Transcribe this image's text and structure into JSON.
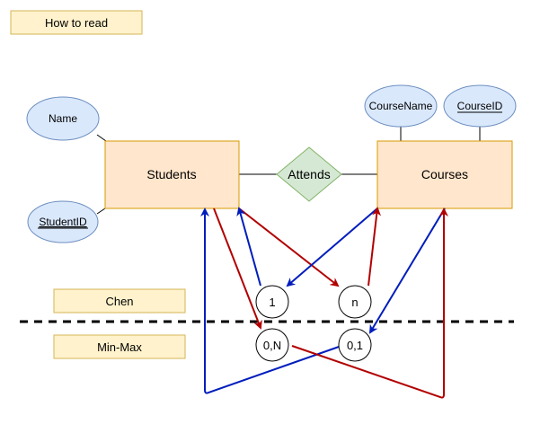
{
  "diagram": {
    "how_to_read": "How to read",
    "entities": {
      "students": "Students",
      "courses": "Courses"
    },
    "relationship": "Attends",
    "attributes": {
      "name": "Name",
      "student_id": "StudentID",
      "course_name": "CourseName",
      "course_id": "CourseID"
    },
    "legend": {
      "chen": "Chen",
      "min_max": "Min-Max"
    },
    "cardinalities": {
      "chen_students_side": "1",
      "chen_courses_side": "n",
      "minmax_students_side": "0,N",
      "minmax_courses_side": "0,1"
    },
    "colors": {
      "entity_fill": "#ffe6cc",
      "entity_stroke": "#d79b00",
      "attribute_fill": "#dae8fc",
      "attribute_stroke": "#6c8ebf",
      "relationship_fill": "#d5e8d4",
      "relationship_stroke": "#82b366",
      "label_fill": "#fff2cc",
      "label_stroke": "#d6b656",
      "arrow_red": "#b20000",
      "arrow_blue": "#001dbc"
    }
  }
}
